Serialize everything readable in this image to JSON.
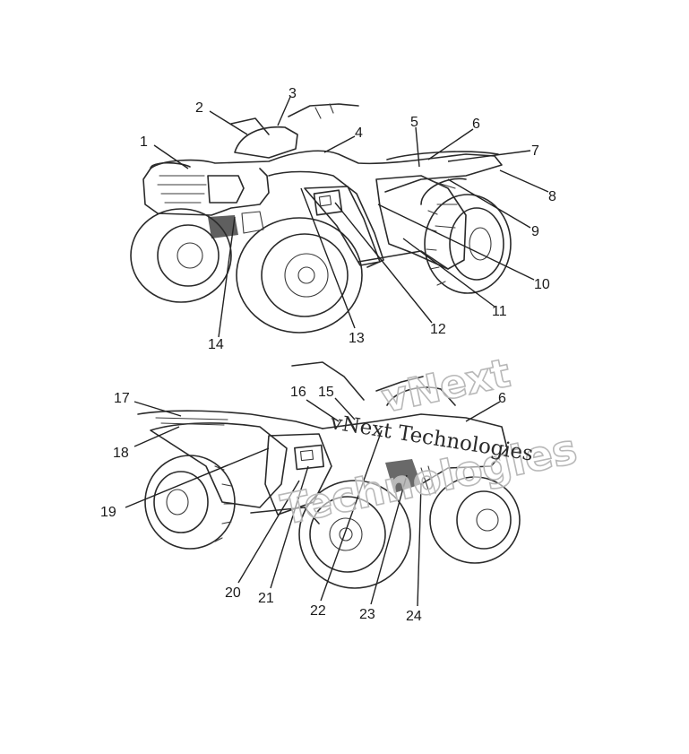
{
  "diagram": {
    "top_view_callouts": [
      "1",
      "2",
      "3",
      "4",
      "5",
      "6",
      "7",
      "8",
      "9",
      "10",
      "11",
      "12",
      "13",
      "14"
    ],
    "bottom_view_callouts": [
      "15",
      "16",
      "17",
      "18",
      "19",
      "20",
      "21",
      "22",
      "23",
      "24"
    ],
    "bottom_view_extra_callout": "6"
  },
  "watermark": {
    "line1": "vNext",
    "line2": "Technologies",
    "text": "vNext Technologies"
  }
}
